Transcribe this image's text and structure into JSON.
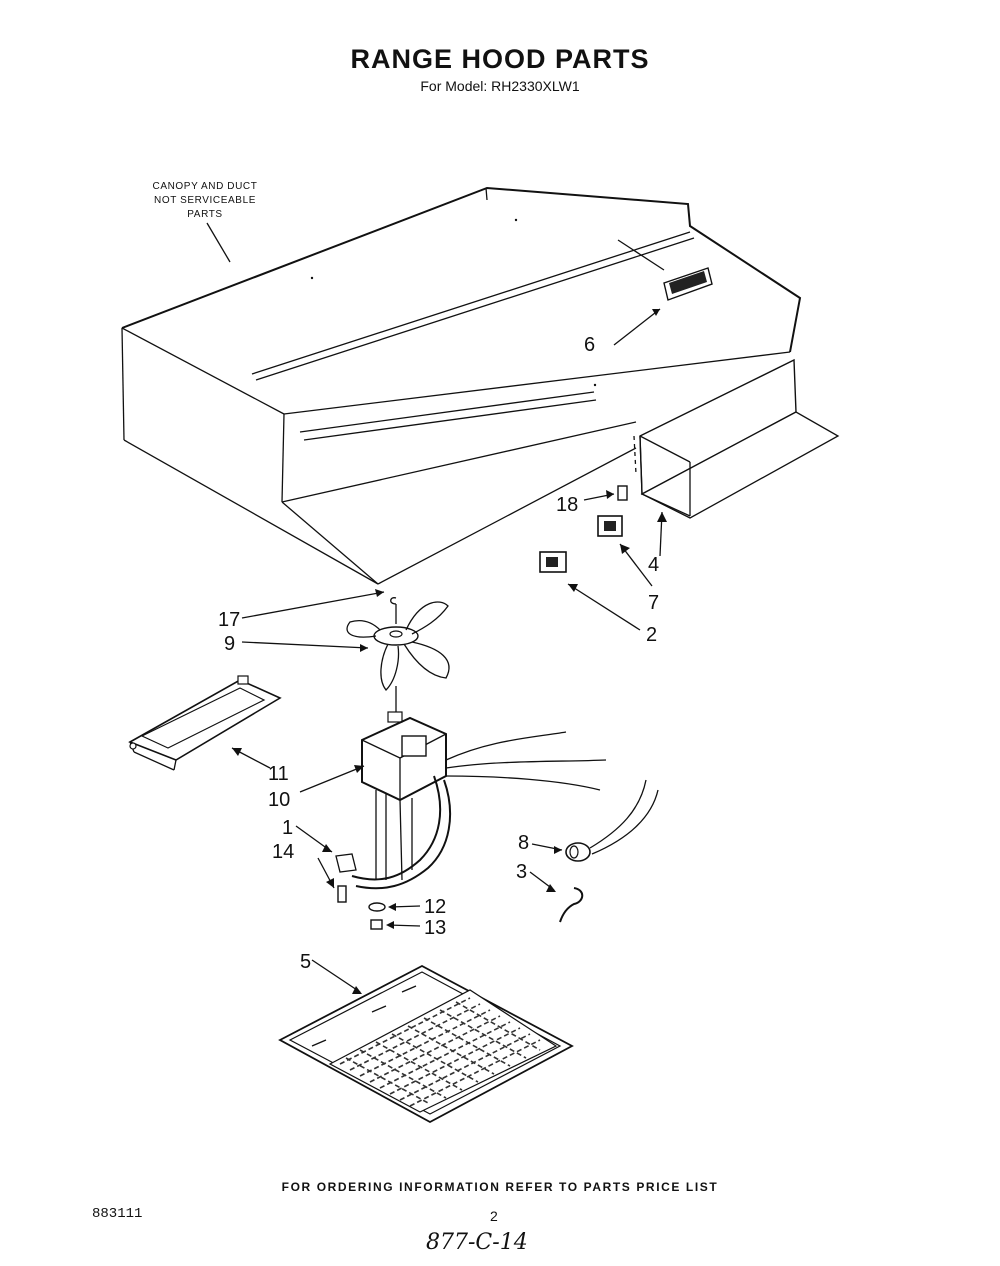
{
  "header": {
    "title": "RANGE HOOD PARTS",
    "subtitle": "For Model: RH2330XLW1"
  },
  "diagram": {
    "note": [
      "CANOPY AND DUCT",
      "NOT SERVICEABLE",
      "PARTS"
    ],
    "callouts": {
      "c1": "1",
      "c2": "2",
      "c3": "3",
      "c4": "4",
      "c5": "5",
      "c6": "6",
      "c7": "7",
      "c8": "8",
      "c9": "9",
      "c10": "10",
      "c11": "11",
      "c12": "12",
      "c13": "13",
      "c14": "14",
      "c17": "17",
      "c18": "18"
    }
  },
  "footer": {
    "ordering_note": "FOR ORDERING INFORMATION REFER TO PARTS PRICE LIST",
    "doc_code": "883111",
    "page_number": "2",
    "handwritten": "877-C-14"
  }
}
